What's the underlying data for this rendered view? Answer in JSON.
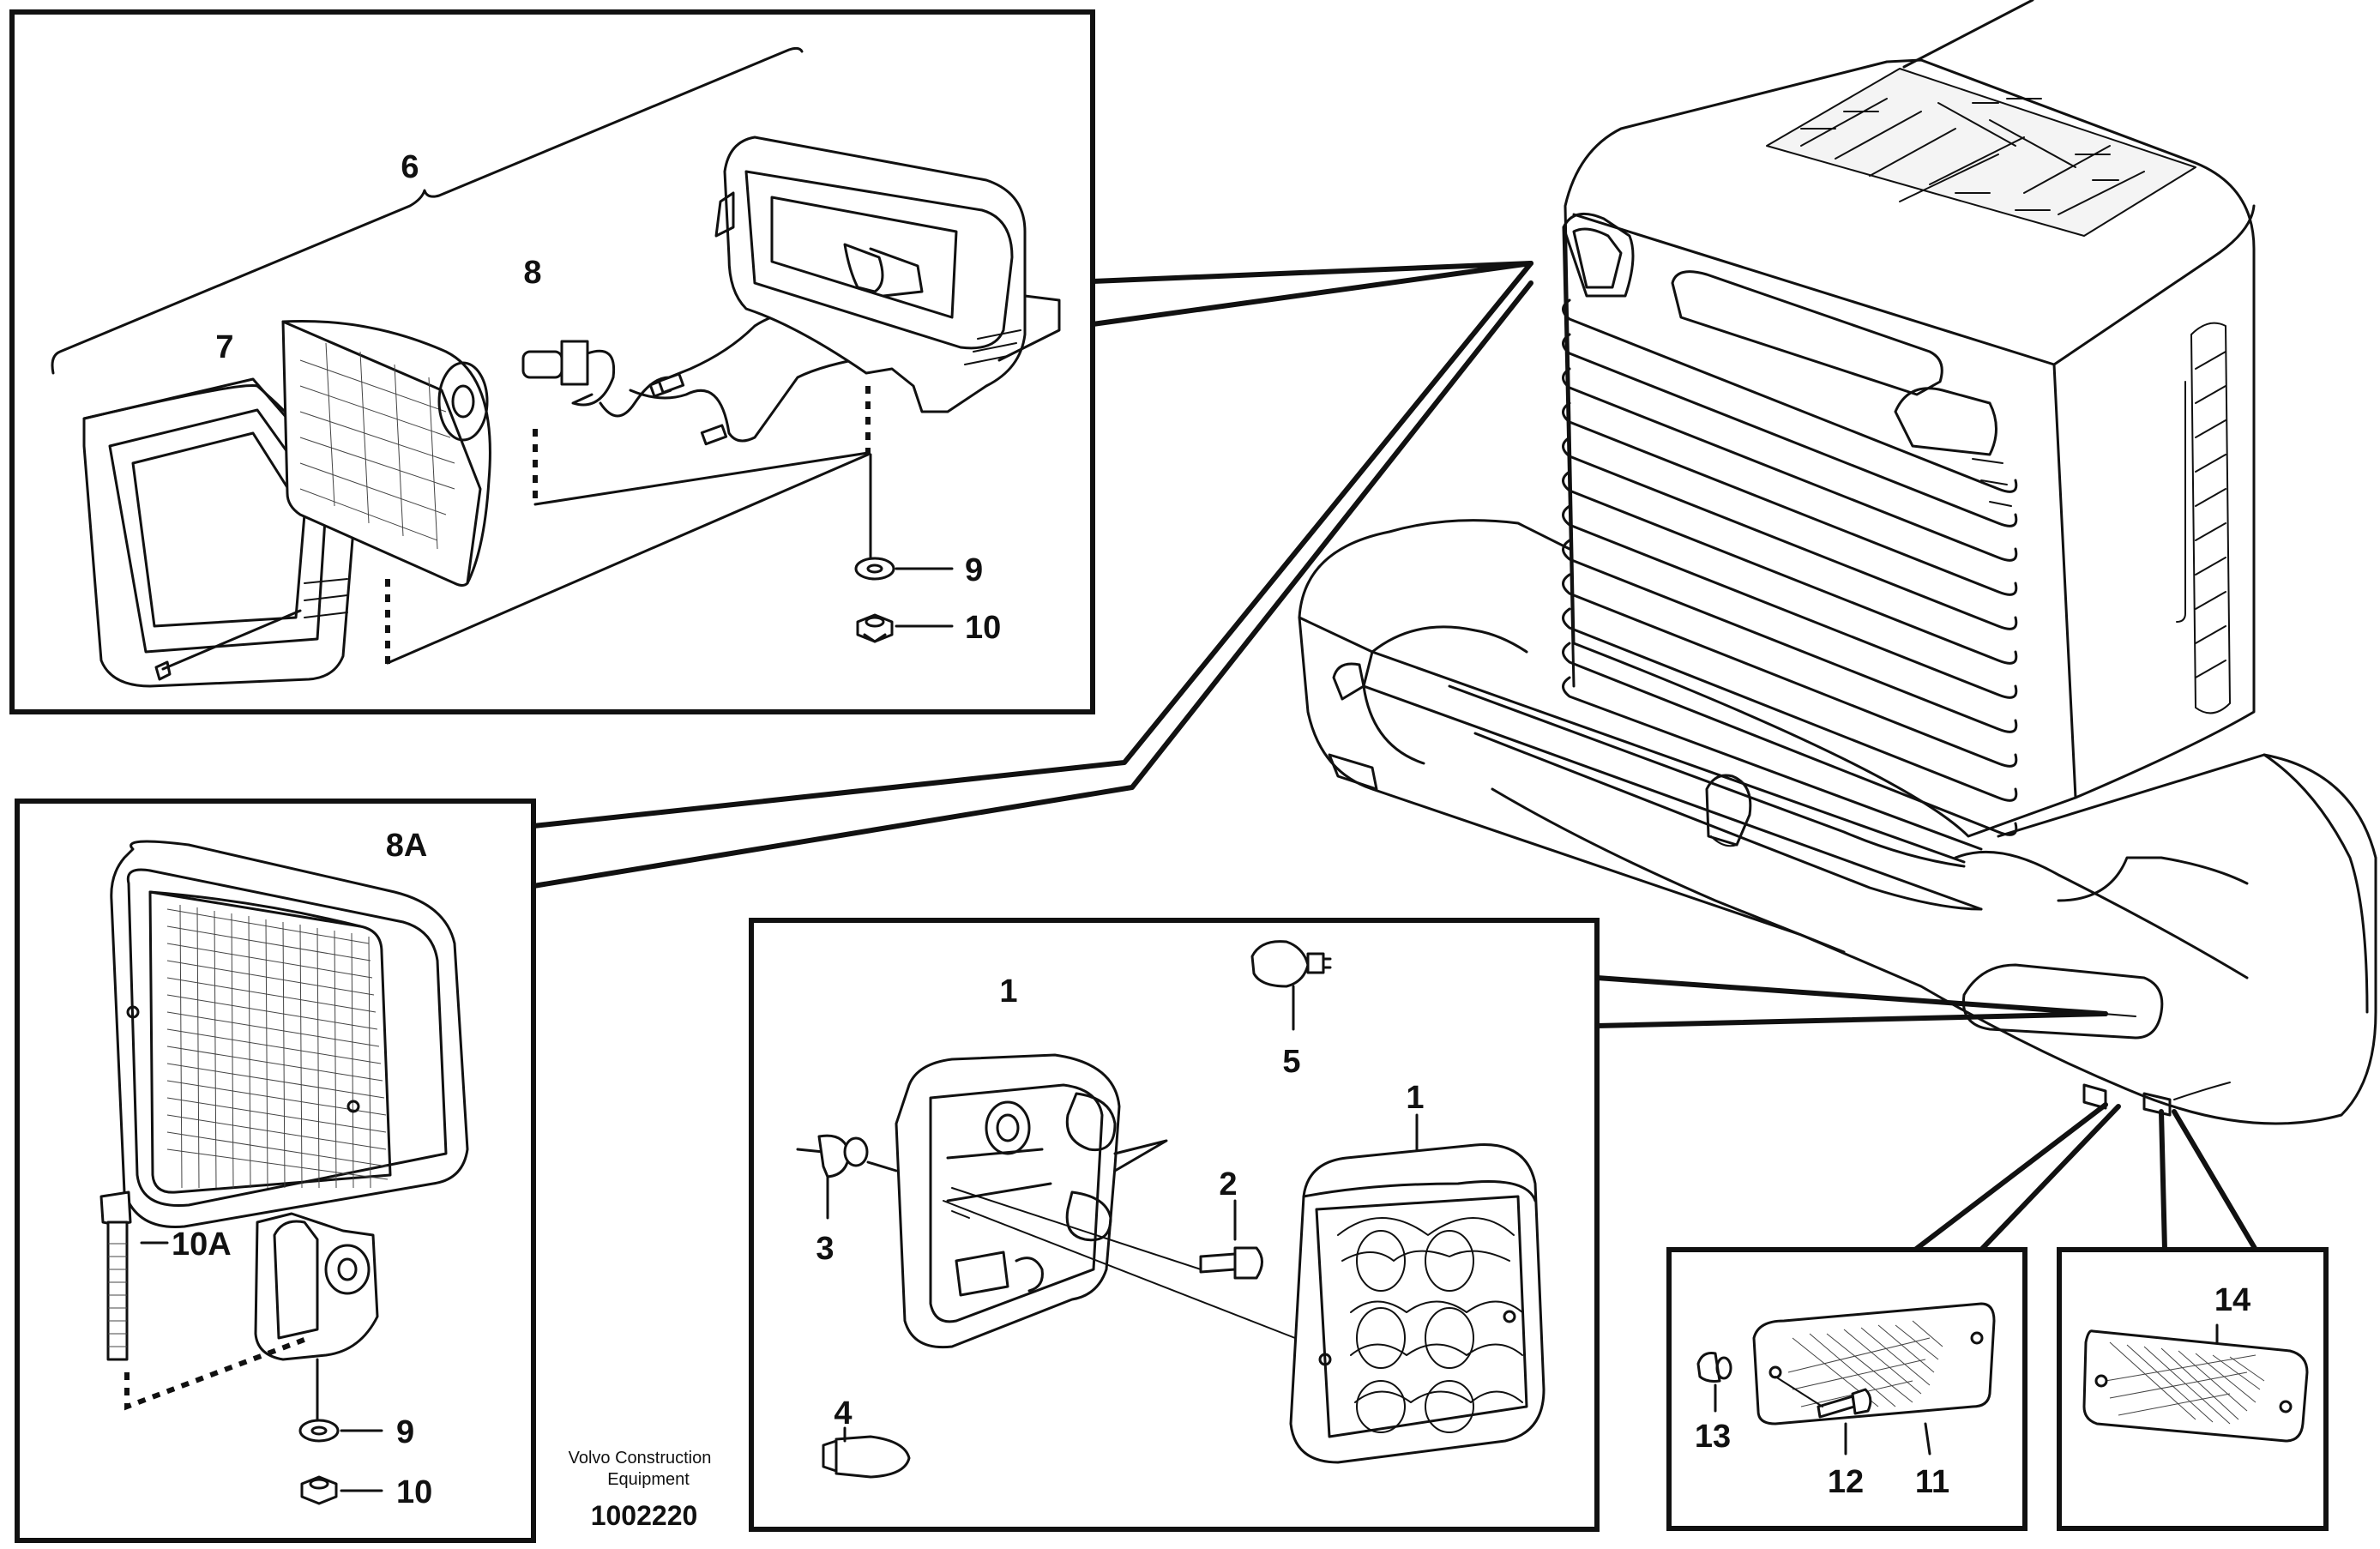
{
  "diagram": {
    "caption": {
      "line1": "Volvo Construction",
      "line2": "Equipment",
      "doc_number": "1002220"
    },
    "callouts": [
      {
        "id": "c6",
        "text": "6"
      },
      {
        "id": "c7",
        "text": "7"
      },
      {
        "id": "c8",
        "text": "8"
      },
      {
        "id": "c9a",
        "text": "9"
      },
      {
        "id": "c10a",
        "text": "10"
      },
      {
        "id": "c8A",
        "text": "8A"
      },
      {
        "id": "c10A",
        "text": "10A"
      },
      {
        "id": "c9b",
        "text": "9"
      },
      {
        "id": "c10b",
        "text": "10"
      },
      {
        "id": "c1a",
        "text": "1"
      },
      {
        "id": "c5",
        "text": "5"
      },
      {
        "id": "c1b",
        "text": "1"
      },
      {
        "id": "c2",
        "text": "2"
      },
      {
        "id": "c3",
        "text": "3"
      },
      {
        "id": "c4",
        "text": "4"
      },
      {
        "id": "c14",
        "text": "14"
      },
      {
        "id": "c13",
        "text": "13"
      },
      {
        "id": "c12",
        "text": "12"
      },
      {
        "id": "c11",
        "text": "11"
      }
    ]
  }
}
